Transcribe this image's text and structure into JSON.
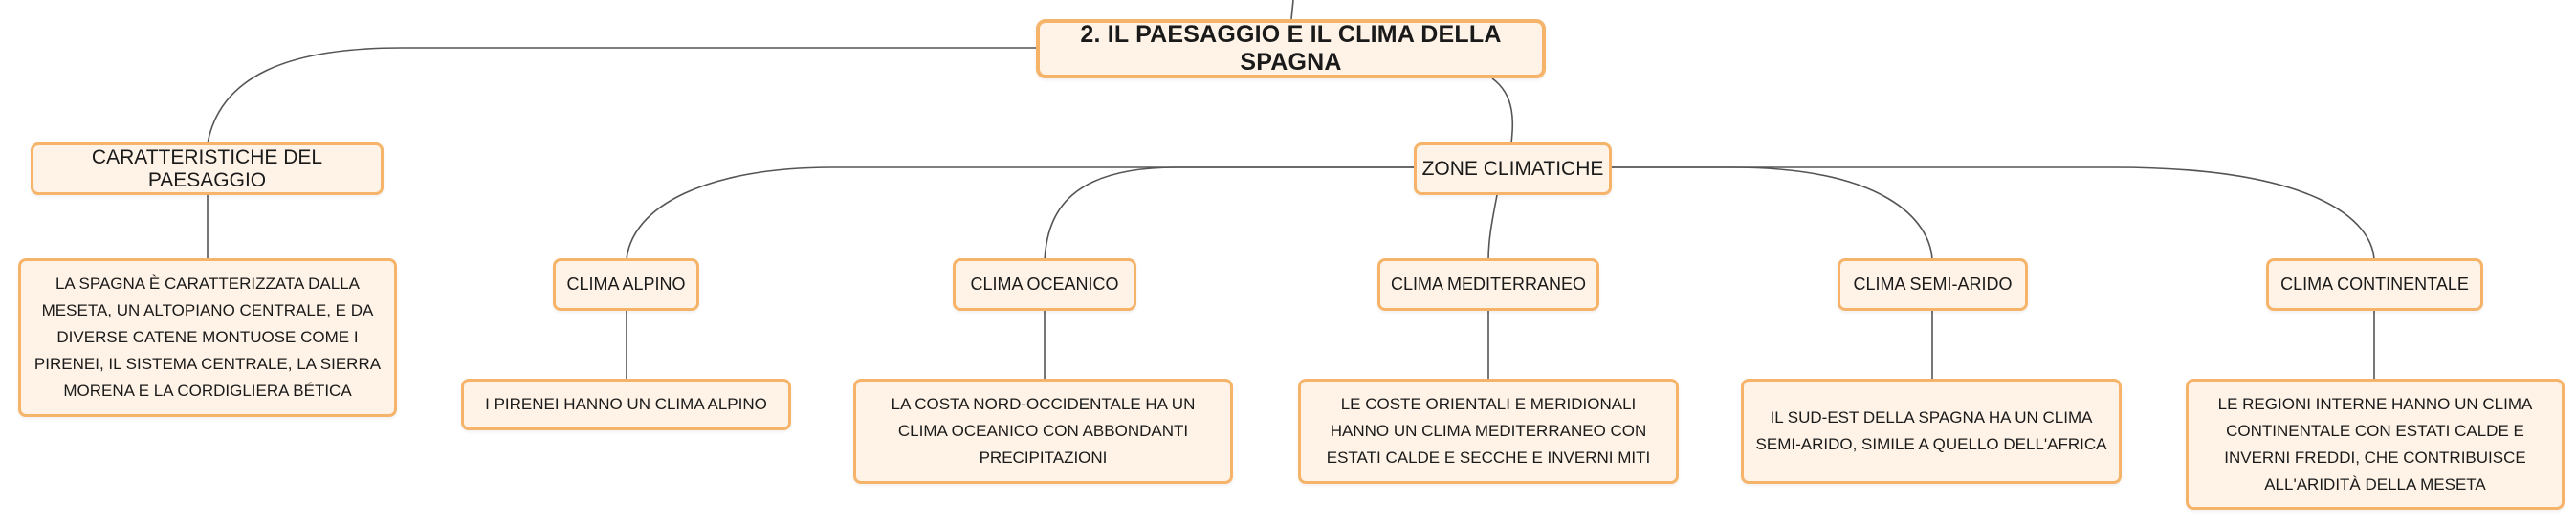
{
  "root": {
    "title": "2. IL PAESAGGIO E IL CLIMA DELLA SPAGNA"
  },
  "paesaggio": {
    "label": "CARATTERISTICHE DEL PAESAGGIO",
    "description": "LA SPAGNA È CARATTERIZZATA DALLA MESETA, UN ALTOPIANO CENTRALE, E DA DIVERSE CATENE MONTUOSE COME I PIRENEI, IL SISTEMA CENTRALE, LA SIERRA MORENA E LA CORDIGLIERA BÉTICA"
  },
  "zone": {
    "label": "ZONE CLIMATICHE",
    "climates": [
      {
        "label": "CLIMA ALPINO",
        "description": "I PIRENEI HANNO UN CLIMA ALPINO"
      },
      {
        "label": "CLIMA OCEANICO",
        "description": "LA COSTA NORD-OCCIDENTALE HA UN CLIMA OCEANICO CON ABBONDANTI PRECIPITAZIONI"
      },
      {
        "label": "CLIMA MEDITERRANEO",
        "description": "LE COSTE ORIENTALI E MERIDIONALI HANNO UN CLIMA MEDITERRANEO CON ESTATI CALDE E SECCHE E INVERNI MITI"
      },
      {
        "label": "CLIMA SEMI-ARIDO",
        "description": "IL SUD-EST DELLA SPAGNA HA UN CLIMA SEMI-ARIDO, SIMILE A QUELLO DELL'AFRICA"
      },
      {
        "label": "CLIMA CONTINENTALE",
        "description": "LE REGIONI INTERNE HANNO UN CLIMA CONTINENTALE CON ESTATI CALDE E INVERNI FREDDI, CHE CONTRIBUISCE ALL'ARIDITÀ DELLA MESETA"
      }
    ]
  },
  "colors": {
    "node_fill": "#fef3e6",
    "node_border": "#f6b46b",
    "connector": "#555555"
  }
}
